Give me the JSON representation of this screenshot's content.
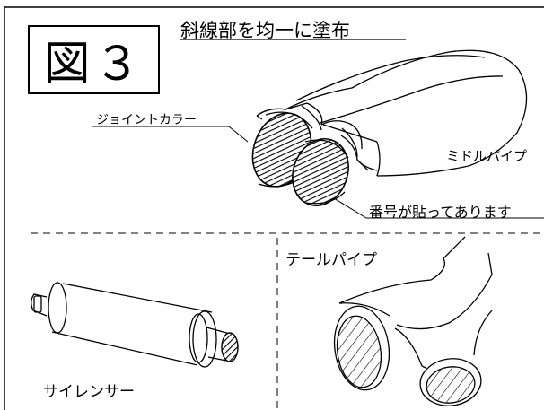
{
  "figure": {
    "number_label": "図３",
    "title": "斜線部を均一に塗布"
  },
  "labels": {
    "joint_collar": "ジョイントカラー",
    "middle_pipe": "ミドルパイプ",
    "number_attached": "番号が貼ってあります",
    "tail_pipe": "テールパイプ",
    "silencer": "サイレンサー"
  },
  "colors": {
    "line": "#000000",
    "background": "#ffffff"
  }
}
